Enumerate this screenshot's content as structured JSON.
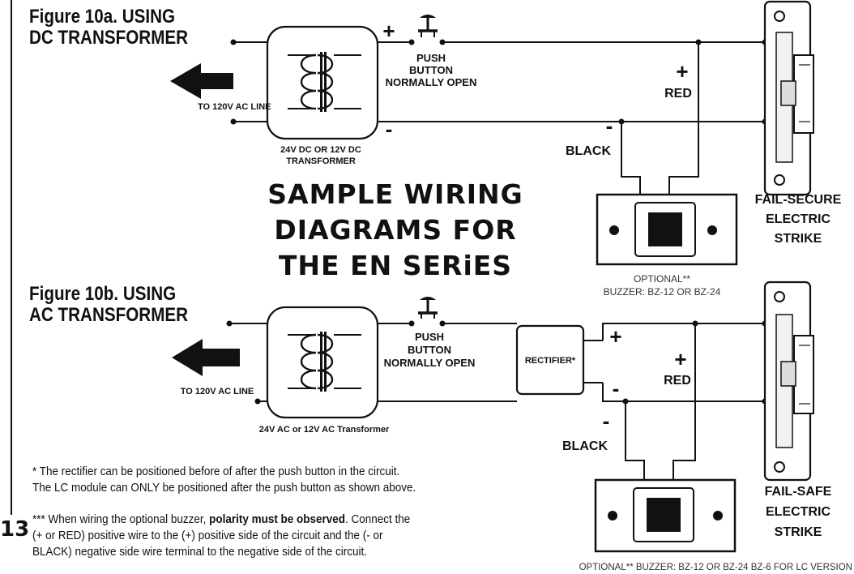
{
  "fig_a": {
    "title_line1": "Figure 10a. USING",
    "title_line2": "DC TRANSFORMER",
    "ac_line": "TO 120V AC LINE",
    "transformer_line1": "24V DC OR 12V DC",
    "transformer_line2": "TRANSFORMER",
    "push_line1": "PUSH",
    "push_line2": "BUTTON",
    "push_line3": "NORMALLY OPEN",
    "plus": "+",
    "minus": "-",
    "red": "RED",
    "black": "BLACK",
    "strike_line1": "FAIL-SECURE",
    "strike_line2": "ELECTRIC",
    "strike_line3": "STRIKE",
    "buzzer_line1": "OPTIONAL**",
    "buzzer_line2": "BUZZER: BZ-12 OR BZ-24"
  },
  "main_title": {
    "line1": "SAMPLE WIRING",
    "line2": "DIAGRAMS FOR",
    "line3": "THE EN SERiES"
  },
  "fig_b": {
    "title_line1": "Figure 10b. USING",
    "title_line2": "AC TRANSFORMER",
    "ac_line": "TO 120V AC LINE",
    "transformer": "24V AC or 12V AC Transformer",
    "push_line1": "PUSH",
    "push_line2": "BUTTON",
    "push_line3": "NORMALLY OPEN",
    "rectifier": "RECTIFIER*",
    "plus": "+",
    "minus": "-",
    "red": "RED",
    "black": "BLACK",
    "strike_line1": "FAIL-SAFE",
    "strike_line2": "ELECTRIC",
    "strike_line3": "STRIKE",
    "buzzer": "OPTIONAL** BUZZER: BZ-12 OR BZ-24 BZ-6 FOR LC VERSION"
  },
  "notes": {
    "rectifier_line1": "* The rectifier can be positioned before of after the push button in the circuit.",
    "rectifier_line2": "The LC module can ONLY be positioned after the push button as shown above.",
    "buzzer_prefix": "*** When wiring the optional buzzer, ",
    "buzzer_bold": "polarity must be observed",
    "buzzer_rest": ". Connect the",
    "buzzer_line2": "(+ or RED) positive wire to the (+) positive side of the circuit and the (- or",
    "buzzer_line3": "BLACK) negative side wire terminal to the negative side of the circuit."
  },
  "page_number": "13"
}
